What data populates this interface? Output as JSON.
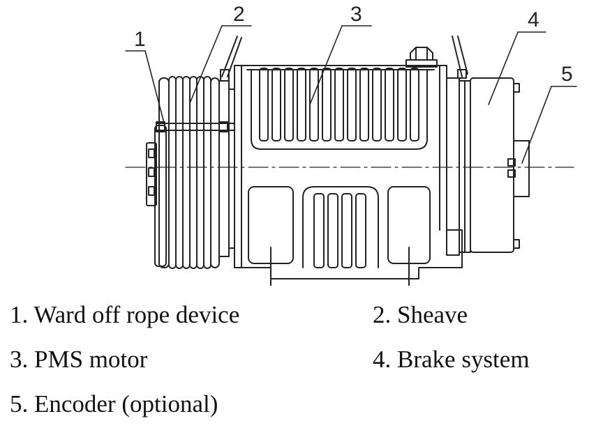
{
  "callouts": {
    "c1": "1",
    "c2": "2",
    "c3": "3",
    "c4": "4",
    "c5": "5"
  },
  "legend": {
    "item1": "1. Ward off rope device",
    "item2": "2. Sheave",
    "item3": "3. PMS motor",
    "item4": "4. Brake system",
    "item5": "5. Encoder (optional)"
  },
  "colors": {
    "line": "#222222",
    "background": "#ffffff"
  }
}
